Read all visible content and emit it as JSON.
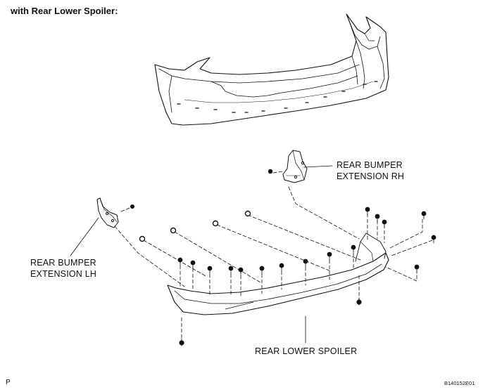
{
  "heading": "with Rear Lower Spoiler:",
  "callouts": {
    "extension_rh": [
      "REAR BUMPER",
      "EXTENSION RH"
    ],
    "extension_lh": [
      "REAR BUMPER",
      "EXTENSION LH"
    ],
    "lower_spoiler": "REAR LOWER SPOILER"
  },
  "corner_mark": "P",
  "figure_code": "B140152E01"
}
